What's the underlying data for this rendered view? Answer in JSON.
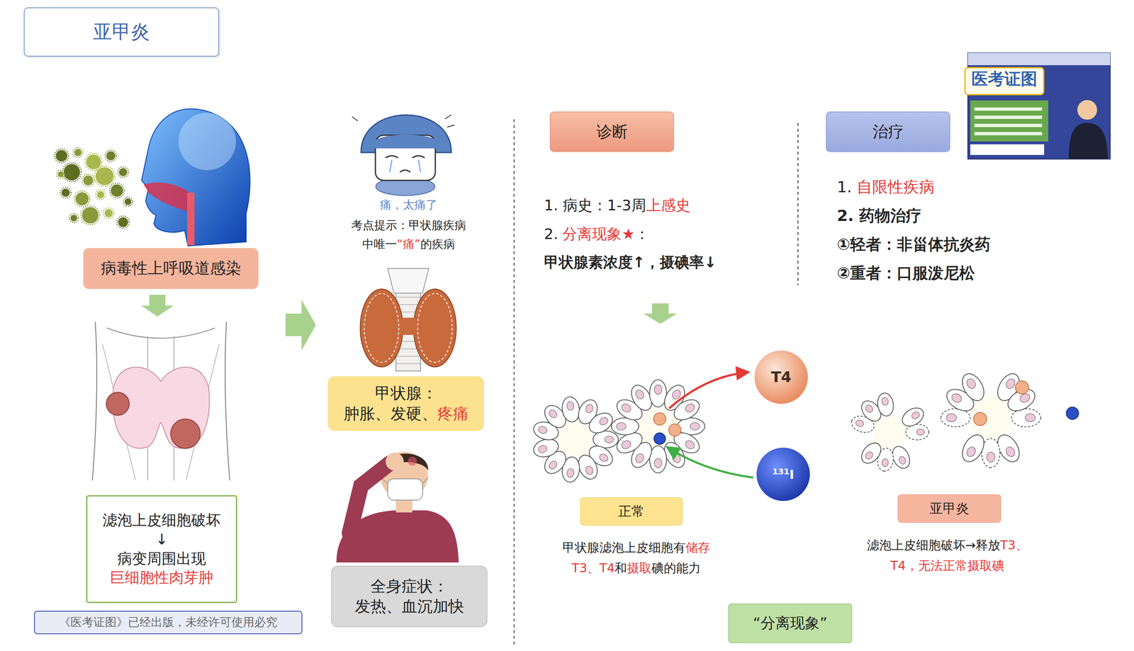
{
  "diagram": {
    "title": "亚甲炎",
    "nodes": [
      {
        "text": [
          "病毒性上呼吸道感染"
        ]
      },
      {
        "text": [
          "滤泡上皮细胞破坏",
          "↓",
          "病变周围出现",
          "巨细胞性肉芽肿"
        ]
      },
      {
        "text": [
          "《医考证图》已经出版，未经许可使用必究"
        ]
      },
      {
        "text": [
          "甲状腺：",
          "肿胀、发硬、",
          "疼痛"
        ]
      },
      {
        "text": [
          "全身症状：",
          "发热、血沉加快"
        ]
      },
      {
        "text": [
          "诊断"
        ]
      },
      {
        "text": [
          "治疗"
        ]
      },
      {
        "text": [
          "T4"
        ]
      },
      {
        "text": [
          "131",
          "I"
        ]
      },
      {
        "text": [
          "正常"
        ]
      },
      {
        "text": [
          "亚甲炎"
        ]
      },
      {
        "text": [
          "“分离现象”"
        ]
      }
    ],
    "labels": [
      "痛，太痛了",
      "考点提示：甲状腺疾病",
      "中唯一",
      "“痛”",
      "的疾病",
      "1. 病史：1-3周",
      "上感史",
      "2.",
      "分离现象★",
      "：",
      "甲状腺素浓度↑，摄碘率↓",
      "1.",
      "自限性疾病",
      "2. 药物治疗",
      "①轻者：非甾体抗炎药",
      "②重者：口服泼尼松",
      "甲状腺滤泡上皮细胞有",
      "储存",
      "T3、T4",
      "和",
      "摄取",
      "碘的能力",
      "滤泡上皮细胞破坏→释放",
      "T3、",
      "T4，无法正常摄取碘",
      "医考证图"
    ]
  }
}
